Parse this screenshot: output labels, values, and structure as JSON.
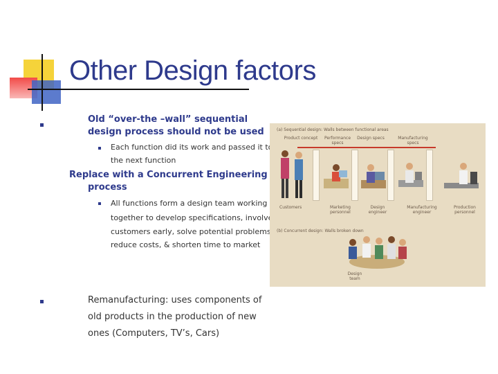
{
  "slide": {
    "title": "Other Design factors",
    "bullets": [
      {
        "text_lines": [
          "Old “over-the –wall” sequential",
          "design  process should not be used"
        ],
        "sub": {
          "lines": [
            "Each function did its work and passed it to",
            "the next function"
          ]
        }
      },
      {
        "text_lines": [
          "Replace with a Concurrent Engineering",
          "process"
        ],
        "sub": {
          "lines": [
            "All functions form a design team working",
            "together to develop specifications, involve",
            "customers early, solve potential problems,",
            "reduce costs, & shorten time to market"
          ]
        }
      },
      {
        "text_lines": [
          "Remanufacturing: uses components of",
          "old products in the production of new",
          "ones (Computers, TV’s, Cars)"
        ]
      }
    ]
  },
  "figure": {
    "heading_a": "(a) Sequential design: Walls between functional areas",
    "heading_b": "(b) Concurrent design: Walls broken down",
    "top_labels": [
      "Product concept",
      "Performance specs",
      "Design specs",
      "Manufacturing specs"
    ],
    "bottom_labels": [
      "Customers",
      "Marketing personnel",
      "Design engineer",
      "Manufacturing engineer",
      "Production personnel"
    ],
    "team_label": "Design team",
    "colors": {
      "background": "#e8dcc3",
      "wall": "#fbf6ea",
      "arrow": "#c73a2a"
    }
  }
}
